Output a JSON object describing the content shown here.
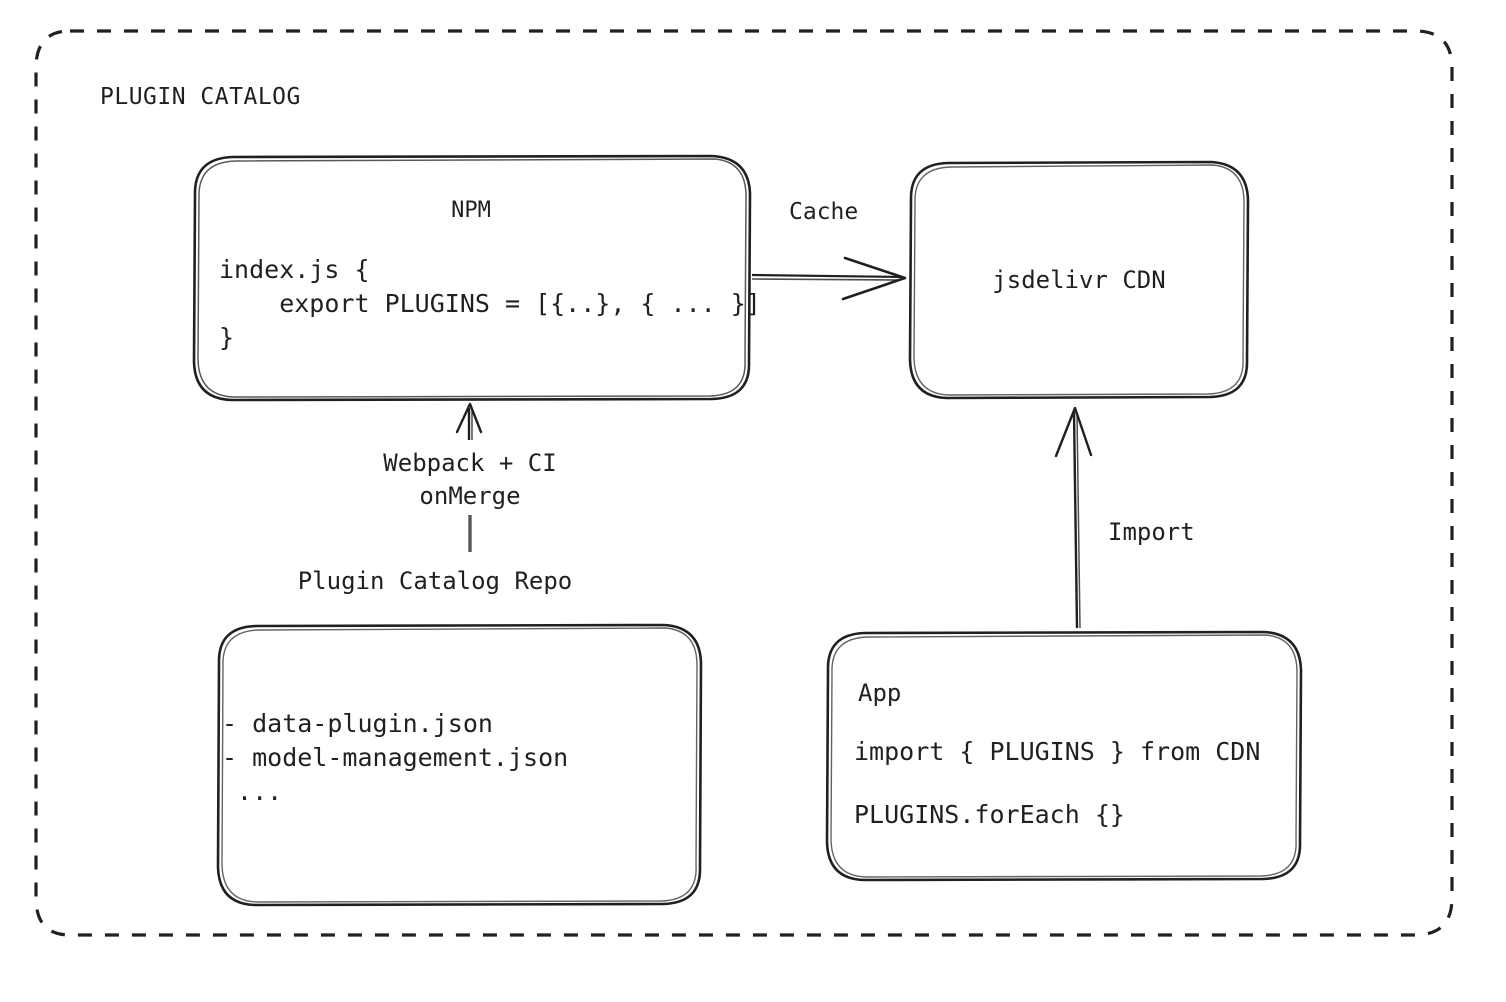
{
  "diagram": {
    "group": {
      "title": "PLUGIN CATALOG",
      "border_style": "dashed",
      "border_color": "#231f20"
    },
    "nodes": {
      "npm": {
        "title": "NPM",
        "code_lines": [
          "index.js {",
          "    export PLUGINS = [{..}, { ... }]",
          "}"
        ],
        "code_block": "index.js {\n    export PLUGINS = [{..}, { ... }]\n}"
      },
      "cdn": {
        "title": "jsdelivr CDN"
      },
      "repo": {
        "caption": "Plugin Catalog Repo",
        "items": [
          "- data-plugin.json",
          "- model-management.json",
          " ..."
        ],
        "items_block": "- data-plugin.json\n- model-management.json\n ..."
      },
      "app": {
        "title": "App",
        "code_line_1": "import { PLUGINS } from CDN",
        "code_line_2": "PLUGINS.forEach {}"
      }
    },
    "edges": {
      "cache": {
        "label": "Cache",
        "from": "npm",
        "to": "cdn",
        "direction": "right"
      },
      "build": {
        "label": "Webpack + CI\nonMerge",
        "label_line_1": "Webpack + CI",
        "label_line_2": "onMerge",
        "from": "repo",
        "to": "npm",
        "direction": "up"
      },
      "import": {
        "label": "Import",
        "from": "app",
        "to": "cdn",
        "direction": "up"
      }
    },
    "colors": {
      "ink": "#231f20",
      "background": "#ffffff"
    }
  }
}
